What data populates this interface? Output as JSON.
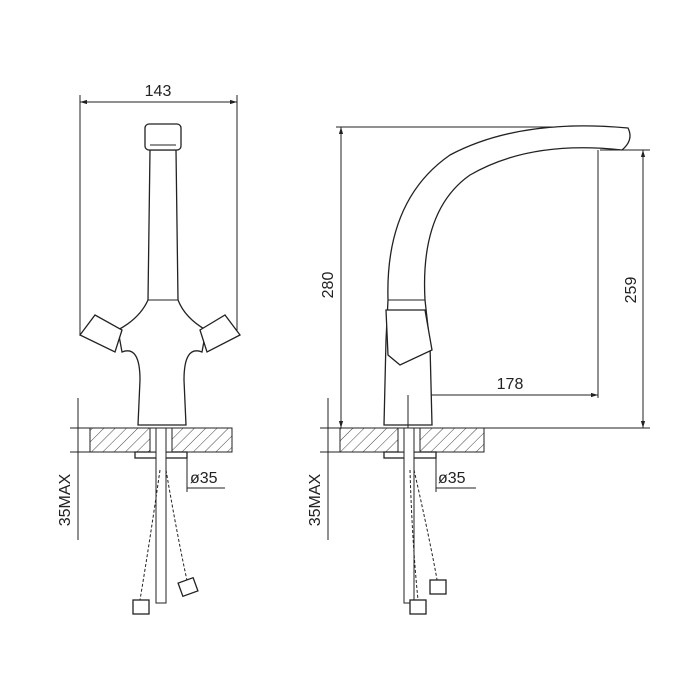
{
  "front_view": {
    "width_dim": "143",
    "hole_dim": "ø35",
    "thickness_dim": "35MAX"
  },
  "side_view": {
    "height_dim": "280",
    "spout_height_dim": "259",
    "reach_dim": "178",
    "hole_dim": "ø35",
    "thickness_dim": "35MAX"
  },
  "colors": {
    "line": "#222222",
    "background": "#ffffff"
  }
}
